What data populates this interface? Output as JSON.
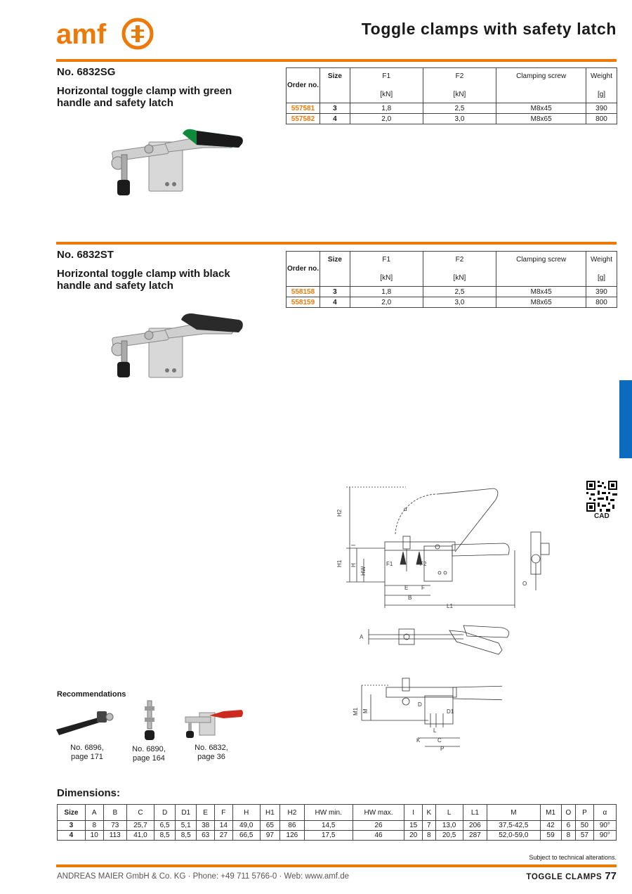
{
  "brand": {
    "logo_text": "amf",
    "accent": "#ec7a08",
    "tab_color": "#0a6bbf"
  },
  "header": {
    "title": "Toggle clamps with safety latch"
  },
  "products": [
    {
      "number": "No. 6832SG",
      "description": "Horizontal toggle clamp with green handle and safety latch",
      "handle_color": "#0f8a3c",
      "headers": {
        "order": "Order no.",
        "size": "Size",
        "f1": "F1",
        "f1_unit": "[kN]",
        "f2": "F2",
        "f2_unit": "[kN]",
        "screw": "Clamping screw",
        "weight": "Weight",
        "weight_unit": "[g]"
      },
      "rows": [
        {
          "order": "557581",
          "size": "3",
          "f1": "1,8",
          "f2": "2,5",
          "screw": "M8x45",
          "weight": "390"
        },
        {
          "order": "557582",
          "size": "4",
          "f1": "2,0",
          "f2": "3,0",
          "screw": "M8x65",
          "weight": "800"
        }
      ]
    },
    {
      "number": "No. 6832ST",
      "description": "Horizontal toggle clamp with black handle and safety latch",
      "handle_color": "#2a2a2a",
      "headers": {
        "order": "Order no.",
        "size": "Size",
        "f1": "F1",
        "f1_unit": "[kN]",
        "f2": "F2",
        "f2_unit": "[kN]",
        "screw": "Clamping screw",
        "weight": "Weight",
        "weight_unit": "[g]"
      },
      "rows": [
        {
          "order": "558158",
          "size": "3",
          "f1": "1,8",
          "f2": "2,5",
          "screw": "M8x45",
          "weight": "390"
        },
        {
          "order": "558159",
          "size": "4",
          "f1": "2,0",
          "f2": "3,0",
          "screw": "M8x65",
          "weight": "800"
        }
      ]
    }
  ],
  "cad": {
    "label": "CAD"
  },
  "drawing_labels": {
    "h2": "H2",
    "h1": "H1",
    "h": "H",
    "hw": "HW",
    "i": "I",
    "f1": "F1",
    "f2": "F2",
    "e": "E",
    "f": "F",
    "b": "B",
    "l1": "L1",
    "o": "O",
    "alpha": "α",
    "a": "A",
    "m1": "M1",
    "m": "M",
    "d": "D",
    "d1": "D1",
    "l": "L",
    "k": "K",
    "c": "C",
    "p": "P"
  },
  "recommendations": {
    "title": "Recommendations",
    "items": [
      {
        "caption_line1": "No. 6896,",
        "caption_line2": "page 171"
      },
      {
        "caption_line1": "No. 6890,",
        "caption_line2": "page 164"
      },
      {
        "caption_line1": "No. 6832,",
        "caption_line2": "page 36"
      }
    ]
  },
  "dimensions": {
    "title": "Dimensions:",
    "columns": [
      "Size",
      "A",
      "B",
      "C",
      "D",
      "D1",
      "E",
      "F",
      "H",
      "H1",
      "H2",
      "HW min.",
      "HW max.",
      "I",
      "K",
      "L",
      "L1",
      "M",
      "M1",
      "O",
      "P",
      "α"
    ],
    "rows": [
      [
        "3",
        "8",
        "73",
        "25,7",
        "6,5",
        "5,1",
        "38",
        "14",
        "49,0",
        "65",
        "86",
        "14,5",
        "26",
        "15",
        "7",
        "13,0",
        "206",
        "37,5-42,5",
        "42",
        "6",
        "50",
        "90°"
      ],
      [
        "4",
        "10",
        "113",
        "41,0",
        "8,5",
        "8,5",
        "63",
        "27",
        "66,5",
        "97",
        "126",
        "17,5",
        "46",
        "20",
        "8",
        "20,5",
        "287",
        "52,0-59,0",
        "59",
        "8",
        "57",
        "90°"
      ]
    ]
  },
  "note": "Subject to technical alterations.",
  "footer": {
    "company": "ANDREAS MAIER GmbH & Co. KG · Phone: +49 711 5766-0 · Web: www.amf.de",
    "section": "TOGGLE CLAMPS",
    "page": "77"
  }
}
